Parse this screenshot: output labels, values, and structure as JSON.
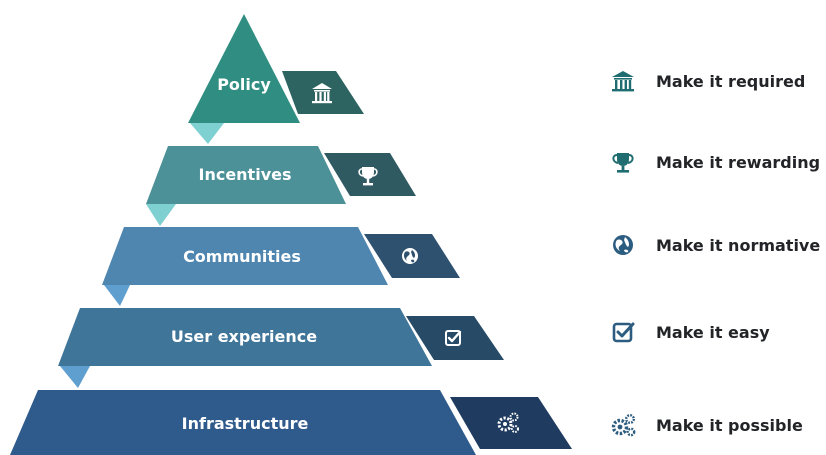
{
  "colors": {
    "policy": "#2f8e81",
    "policy_dark": "#2d6360",
    "incentives": "#4c9098",
    "incentives_dark": "#2f5a62",
    "communities": "#4f86b0",
    "communities_dark": "#2e5170",
    "user_experience": "#3f7599",
    "user_experience_dark": "#274b66",
    "infrastructure": "#2e5a8c",
    "infrastructure_dark": "#1f3b60",
    "fold_light": "#7fd0d1",
    "icon_teal": "#1f6d70",
    "icon_blue": "#2c5d80"
  },
  "levels": [
    {
      "label": "Policy",
      "icon": "bank-icon"
    },
    {
      "label": "Incentives",
      "icon": "trophy-icon"
    },
    {
      "label": "Communities",
      "icon": "globe-icon"
    },
    {
      "label": "User experience",
      "icon": "checkbox-icon"
    },
    {
      "label": "Infrastructure",
      "icon": "gears-icon"
    }
  ],
  "legend": [
    {
      "text": "Make it required",
      "icon": "bank-icon"
    },
    {
      "text": "Make it rewarding",
      "icon": "trophy-icon"
    },
    {
      "text": "Make it normative",
      "icon": "globe-icon"
    },
    {
      "text": "Make it easy",
      "icon": "checkbox-icon"
    },
    {
      "text": "Make it possible",
      "icon": "gears-icon"
    }
  ]
}
